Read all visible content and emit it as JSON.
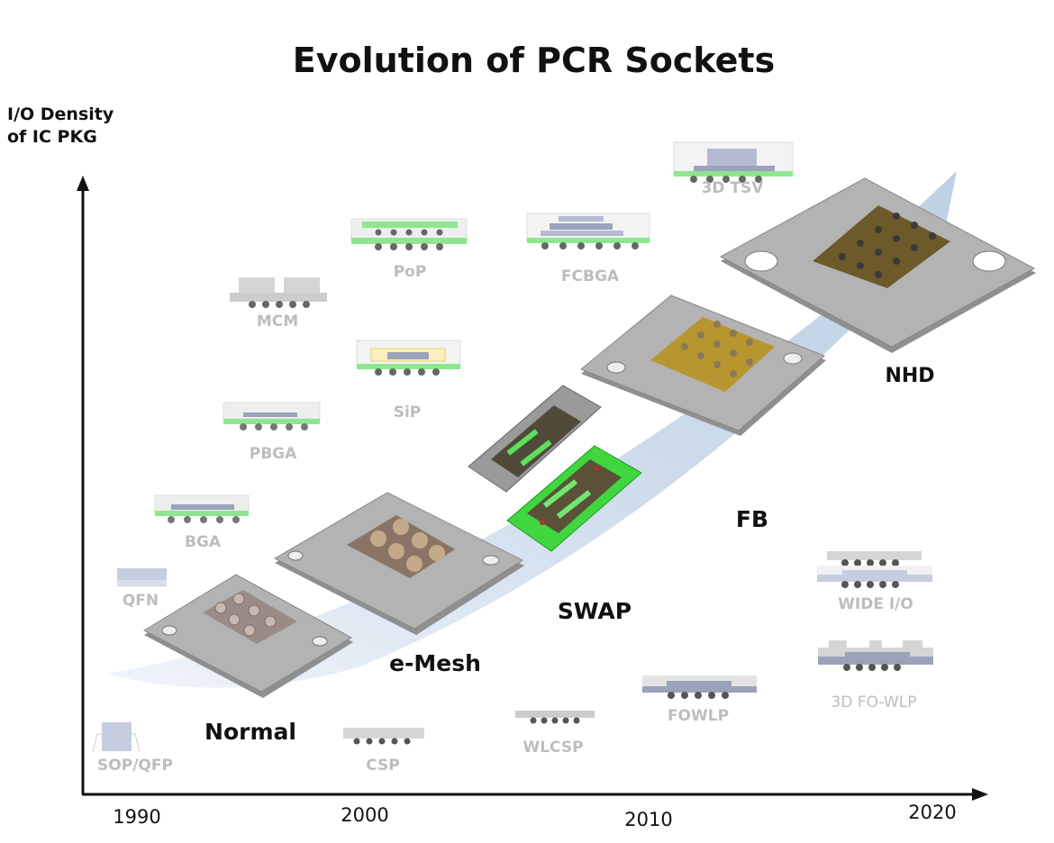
{
  "title": "Evolution of  PCR Sockets",
  "y_axis_label": [
    "I/O Density",
    "of IC PKG"
  ],
  "x_axis_years": [
    "1990",
    "2000",
    "2010",
    "2020"
  ],
  "packages": {
    "sop_qfp": "SOP/QFP",
    "qfn": "QFN",
    "bga": "BGA",
    "pbga": "PBGA",
    "mcm": "MCM",
    "sip": "SiP",
    "pop": "PoP",
    "fcbga": "FCBGA",
    "tsv": "3D TSV",
    "wide_io": "WIDE I/O",
    "fo_wlp_3d": "3D FO-WLP",
    "fowlp": "FOWLP",
    "wlcsp": "WLCSP",
    "csp": "CSP"
  },
  "sockets": {
    "normal": "Normal",
    "emesh": "e-Mesh",
    "swap": "SWAP",
    "fb": "FB",
    "nhd": "NHD"
  },
  "colors": {
    "arrow": "#c9d8ea",
    "plate": "#a9a9a9",
    "swap_green": "#3fd63f",
    "substrate_green": "#8ee68e",
    "package_blue": "#c6cde0"
  }
}
